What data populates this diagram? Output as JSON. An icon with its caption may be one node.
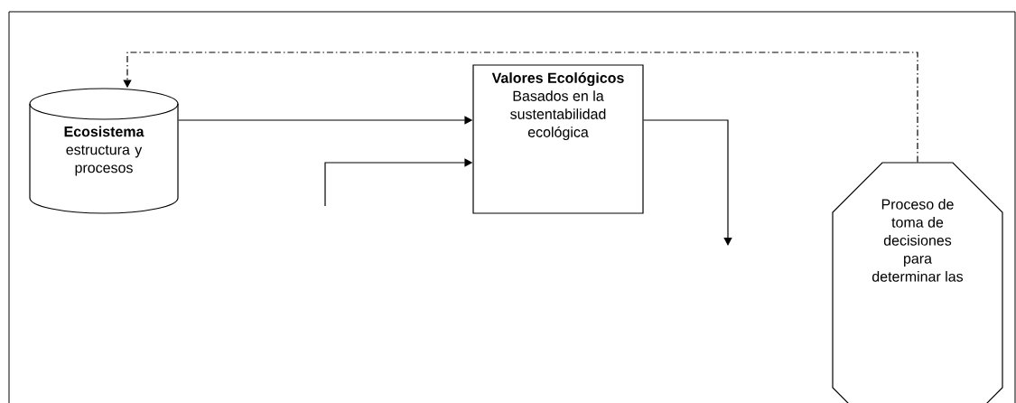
{
  "diagram": {
    "nodes": [
      {
        "text": [
          "Ecosistema",
          "estructura y procesos"
        ]
      },
      {
        "text": [
          "Valores Ecológicos",
          "Basados en la sustentabilidad ecológica"
        ]
      },
      {
        "text": [
          "Proceso de toma de decisiones para determinar las"
        ]
      }
    ],
    "edges": [
      {
        "from": 0,
        "to": 1,
        "arrow": "to"
      },
      {
        "from": null,
        "to": 1,
        "arrow": "to"
      },
      {
        "from": 1,
        "to": null,
        "arrow": "to"
      },
      {
        "from": 2,
        "to": 0,
        "arrow": "to",
        "style": "dashed"
      }
    ]
  }
}
